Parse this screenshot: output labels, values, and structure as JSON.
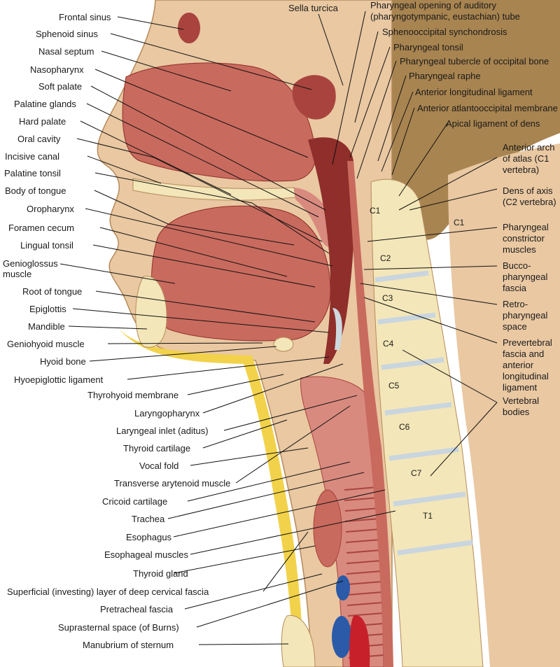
{
  "colors": {
    "skin": "#e9c8a2",
    "fat": "#f2d24a",
    "bone": "#f3e6b8",
    "bone_inner": "#e8d59a",
    "muscle": "#c96a5e",
    "muscle_dark": "#a8443d",
    "mucosa": "#d98a7f",
    "cavity": "#8f2e2a",
    "skull": "#a88450",
    "fascia": "#cfd8de",
    "disc": "#c9d5df",
    "vessel_blue": "#2a5aa8",
    "vessel_red": "#c7202a",
    "leader": "#111111"
  },
  "labels_left": [
    {
      "id": "frontal-sinus",
      "text": "Frontal sinus"
    },
    {
      "id": "sphenoid-sinus",
      "text": "Sphenoid sinus"
    },
    {
      "id": "nasal-septum",
      "text": "Nasal septum"
    },
    {
      "id": "nasopharynx",
      "text": "Nasopharynx"
    },
    {
      "id": "soft-palate",
      "text": "Soft palate"
    },
    {
      "id": "palatine-glands",
      "text": "Palatine glands"
    },
    {
      "id": "hard-palate",
      "text": "Hard palate"
    },
    {
      "id": "oral-cavity",
      "text": "Oral cavity"
    },
    {
      "id": "incisive-canal",
      "text": "Incisive canal"
    },
    {
      "id": "palatine-tonsil",
      "text": "Palatine tonsil"
    },
    {
      "id": "body-of-tongue",
      "text": "Body of tongue"
    },
    {
      "id": "oropharynx",
      "text": "Oropharynx"
    },
    {
      "id": "foramen-cecum",
      "text": "Foramen cecum"
    },
    {
      "id": "lingual-tonsil",
      "text": "Lingual tonsil"
    },
    {
      "id": "genioglossus-1",
      "text": "Genioglossus"
    },
    {
      "id": "genioglossus-2",
      "text": "muscle"
    },
    {
      "id": "root-of-tongue",
      "text": "Root of tongue"
    },
    {
      "id": "epiglottis",
      "text": "Epiglottis"
    },
    {
      "id": "mandible",
      "text": "Mandible"
    },
    {
      "id": "geniohyoid",
      "text": "Geniohyoid muscle"
    },
    {
      "id": "hyoid-bone",
      "text": "Hyoid bone"
    },
    {
      "id": "hyoepiglottic",
      "text": "Hyoepiglottic ligament"
    },
    {
      "id": "thyrohyoid",
      "text": "Thyrohyoid membrane"
    },
    {
      "id": "laryngopharynx",
      "text": "Laryngopharynx"
    },
    {
      "id": "laryngeal-inlet",
      "text": "Laryngeal inlet (aditus)"
    },
    {
      "id": "thyroid-cartilage",
      "text": "Thyroid cartilage"
    },
    {
      "id": "vocal-fold",
      "text": "Vocal fold"
    },
    {
      "id": "transverse-arytenoid",
      "text": "Transverse arytenoid muscle"
    },
    {
      "id": "cricoid",
      "text": "Cricoid cartilage"
    },
    {
      "id": "trachea",
      "text": "Trachea"
    },
    {
      "id": "esophagus",
      "text": "Esophagus"
    },
    {
      "id": "esophageal-muscles",
      "text": "Esophageal muscles"
    },
    {
      "id": "thyroid-gland",
      "text": "Thyroid gland"
    },
    {
      "id": "superficial-layer",
      "text": "Superficial (investing) layer of deep cervical fascia"
    },
    {
      "id": "pretracheal",
      "text": "Pretracheal fascia"
    },
    {
      "id": "suprasternal",
      "text": "Suprasternal space (of Burns)"
    },
    {
      "id": "manubrium",
      "text": "Manubrium of sternum"
    }
  ],
  "labels_top": [
    {
      "id": "sella-turcica",
      "text": "Sella turcica"
    },
    {
      "id": "pharyngeal-opening-1",
      "text": "Pharyngeal opening of auditory"
    },
    {
      "id": "pharyngeal-opening-2",
      "text": "(pharyngotympanic, eustachian) tube"
    },
    {
      "id": "sphenooccipital",
      "text": "Sphenooccipital synchondrosis"
    },
    {
      "id": "pharyngeal-tonsil",
      "text": "Pharyngeal tonsil"
    },
    {
      "id": "pharyngeal-tubercle",
      "text": "Pharyngeal tubercle of occipital bone"
    },
    {
      "id": "pharyngeal-raphe",
      "text": "Pharyngeal raphe"
    },
    {
      "id": "ant-long-lig",
      "text": "Anterior longitudinal ligament"
    },
    {
      "id": "ant-atlanto",
      "text": "Anterior atlantooccipital membrane"
    },
    {
      "id": "apical-lig",
      "text": "Apical ligament of dens"
    }
  ],
  "labels_right": [
    {
      "id": "ant-arch-1",
      "text": "Anterior arch"
    },
    {
      "id": "ant-arch-2",
      "text": "of atlas (C1"
    },
    {
      "id": "ant-arch-3",
      "text": "vertebra)"
    },
    {
      "id": "dens-1",
      "text": "Dens of axis"
    },
    {
      "id": "dens-2",
      "text": "(C2 vertebra)"
    },
    {
      "id": "constrictor-1",
      "text": "Pharyngeal"
    },
    {
      "id": "constrictor-2",
      "text": "constrictor"
    },
    {
      "id": "constrictor-3",
      "text": "muscles"
    },
    {
      "id": "bucco-1",
      "text": "Bucco-"
    },
    {
      "id": "bucco-2",
      "text": "pharyngeal"
    },
    {
      "id": "bucco-3",
      "text": "fascia"
    },
    {
      "id": "retro-1",
      "text": "Retro-"
    },
    {
      "id": "retro-2",
      "text": "pharyngeal"
    },
    {
      "id": "retro-3",
      "text": "space"
    },
    {
      "id": "prevert-1",
      "text": "Prevertebral"
    },
    {
      "id": "prevert-2",
      "text": "fascia and"
    },
    {
      "id": "prevert-3",
      "text": "anterior"
    },
    {
      "id": "prevert-4",
      "text": "longitudinal"
    },
    {
      "id": "prevert-5",
      "text": "ligament"
    },
    {
      "id": "vertebral-1",
      "text": "Vertebral"
    },
    {
      "id": "vertebral-2",
      "text": "bodies"
    }
  ],
  "vertebra_labels": [
    "C1",
    "C1",
    "C2",
    "C3",
    "C4",
    "C5",
    "C6",
    "C7",
    "T1"
  ]
}
